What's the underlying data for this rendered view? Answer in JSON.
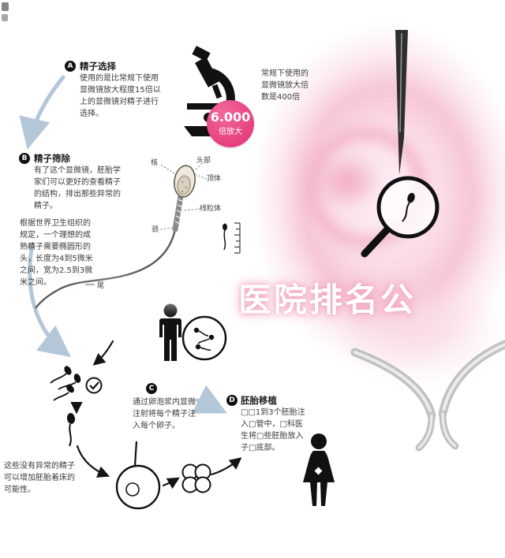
{
  "steps": {
    "a": {
      "badge": "A",
      "title": "精子选择",
      "body": "使用的是比常规下使用显微镜放大程度15倍以上的显微镜对精子进行选择。"
    },
    "b": {
      "badge": "B",
      "title": "精子筛除",
      "body1": "有了这个显微镜，胚胎学家们可以更好的查看精子的结构，排出那些异常的精子。",
      "body2": "根据世界卫生组织的规定，一个理想的成熟精子需要椭圆形的头，长度为4到5微米之间，宽为2.5到3微米之间。"
    },
    "c": {
      "badge": "C",
      "body": "通过卵泡浆内显微注射将每个精子注入每个卵子。"
    },
    "d": {
      "badge": "D",
      "title": "胚胎移植",
      "body": "□□1到3个胚胎注入□管中，□科医生将□些胚胎放入子□底部。"
    }
  },
  "magnifier_badge": {
    "value": "6.000",
    "unit": "倍放大"
  },
  "notes": {
    "right": "常规下使用的显微镜放大倍数是400倍",
    "left": "这些没有异常的精子可以增加胚胎着床的可能性。"
  },
  "sperm_diagram": {
    "nucleus": "核",
    "head": "头部",
    "acrosome": "顶体",
    "mitochondria": "线粒体",
    "neck": "颈",
    "tail": "尾"
  },
  "watermark": "医院排名公",
  "colors": {
    "accent_pink": "#e63f7e",
    "arrow_blue": "#b4c7d9",
    "ink": "#111111"
  }
}
